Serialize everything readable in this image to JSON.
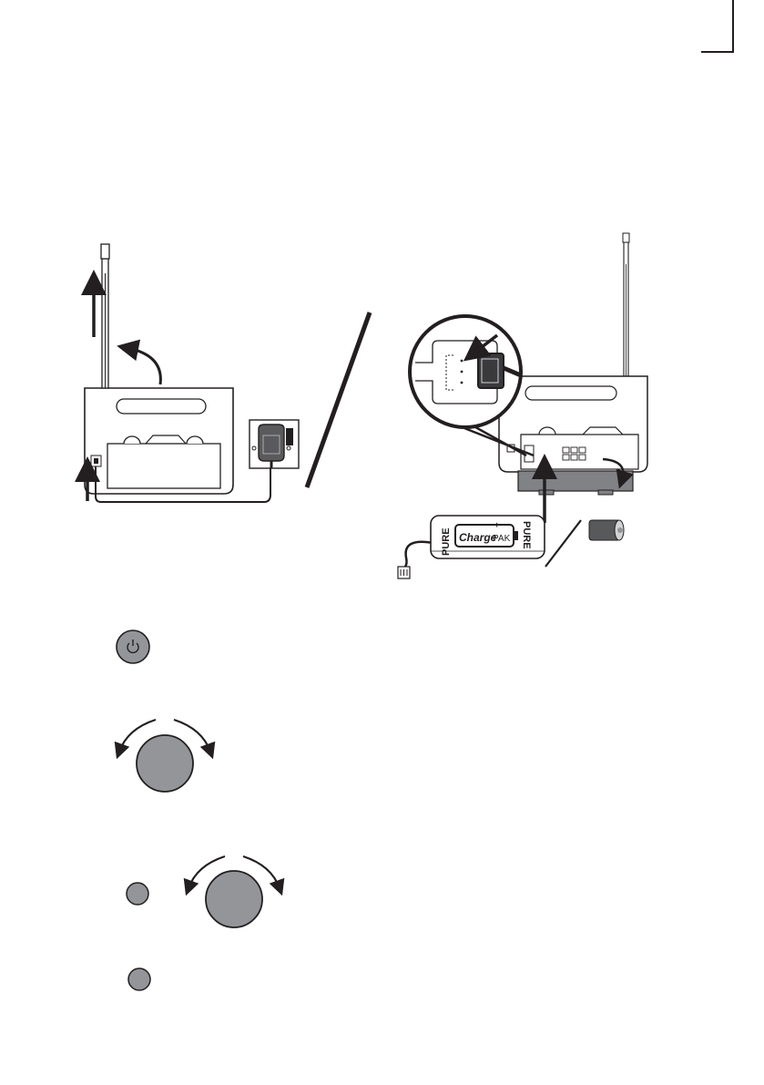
{
  "battery": {
    "brand_left": "PURE",
    "brand_right": "PURE",
    "label_charge": "Charge",
    "label_pak": "PAK"
  },
  "controls": [
    {
      "name": "power-button",
      "icon": "power-icon"
    },
    {
      "name": "rotary-knob-upper",
      "icon": "rotate-arrows-icon"
    },
    {
      "name": "small-button-a",
      "icon": "none"
    },
    {
      "name": "rotary-knob-lower",
      "icon": "rotate-arrows-icon"
    },
    {
      "name": "small-button-b",
      "icon": "none"
    }
  ],
  "colors": {
    "ink": "#231f20",
    "knob_fill": "#939598",
    "battery_cover": "#808285"
  }
}
